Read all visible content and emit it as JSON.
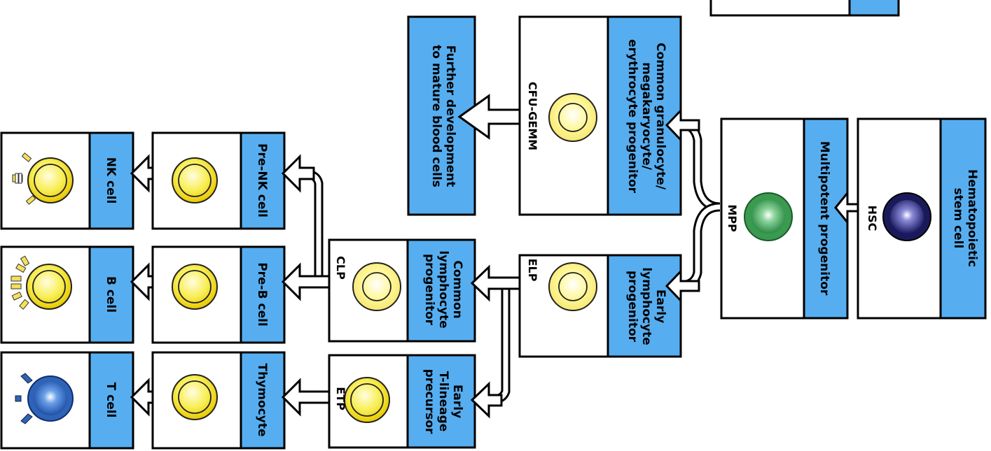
{
  "colors": {
    "label_bar": "#56aef0",
    "yellow_cell": "#f7ec4a",
    "pale_yellow_cell": "#fff59a",
    "hsc_cell": "#2a2a7a",
    "mpp_cell": "#3f9a55",
    "t_cell": "#2f63b8"
  },
  "stages": {
    "hsc": {
      "name": "Hematopoietic\nstem cell",
      "abbr": "HSC",
      "icon": "dark-blue-stem-cell-icon"
    },
    "mpp": {
      "name": "Multipotent progenitor",
      "abbr": "MPP",
      "icon": "green-progenitor-cell-icon"
    },
    "cmp": {
      "name": "Common granulocyte/\nmegakaryocyte/\nerythrocyte progenitor",
      "abbr": "CFU-GEMM",
      "icon": "pale-yellow-cell-icon"
    },
    "further": {
      "name": "Further development\nto mature blood cells"
    },
    "elp": {
      "name": "Early\nlymphocyte\nprogenitor",
      "abbr": "ELP",
      "icon": "pale-yellow-cell-icon"
    },
    "clp": {
      "name": "Common\nlymphocyte\nprogenitor",
      "abbr": "CLP",
      "icon": "pale-yellow-cell-icon"
    },
    "etp": {
      "name": "Early\nT-lineage\nprecursor",
      "abbr": "ETP",
      "icon": "yellow-cell-icon"
    },
    "pre_nk": {
      "name": "Pre-NK cell",
      "icon": "yellow-cell-icon"
    },
    "pre_b": {
      "name": "Pre-B cell",
      "icon": "yellow-cell-icon"
    },
    "thymocyte": {
      "name": "Thymocyte",
      "icon": "yellow-cell-icon"
    },
    "nk": {
      "name": "NK cell",
      "icon": "nk-cell-with-receptors-icon"
    },
    "b": {
      "name": "B cell",
      "icon": "b-cell-with-antibodies-icon"
    },
    "t": {
      "name": "T cell",
      "icon": "blue-t-cell-with-receptors-icon"
    }
  }
}
